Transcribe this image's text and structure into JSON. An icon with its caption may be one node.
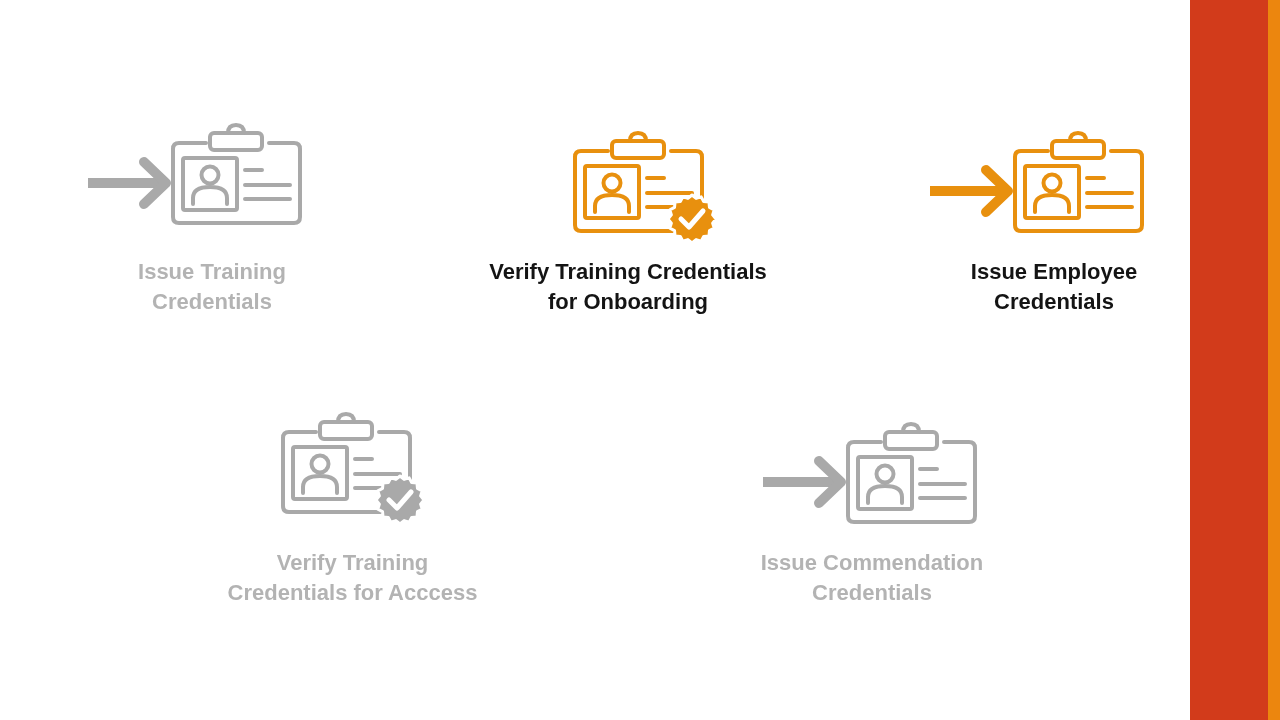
{
  "diagram": {
    "nodes": [
      {
        "text": [],
        "shape": "picture",
        "beside": [
          "Issue Training Credentials"
        ]
      },
      {
        "text": [],
        "shape": "picture",
        "beside": [
          "Verify Training Credentials for Onboarding"
        ]
      },
      {
        "text": [],
        "shape": "picture",
        "beside": [
          "Issue Employee Credentials"
        ]
      },
      {
        "text": [],
        "shape": "picture",
        "beside": [
          "Verify Training Credentials for Acccess"
        ]
      },
      {
        "text": [],
        "shape": "picture",
        "beside": [
          "Issue Commendation Credentials"
        ]
      }
    ],
    "edges": [
      {
        "from": null,
        "to": 0,
        "arrow": "to"
      },
      {
        "from": null,
        "to": 2,
        "arrow": "to",
        "color": "#e8900e"
      },
      {
        "from": null,
        "to": 4,
        "arrow": "to"
      }
    ]
  }
}
